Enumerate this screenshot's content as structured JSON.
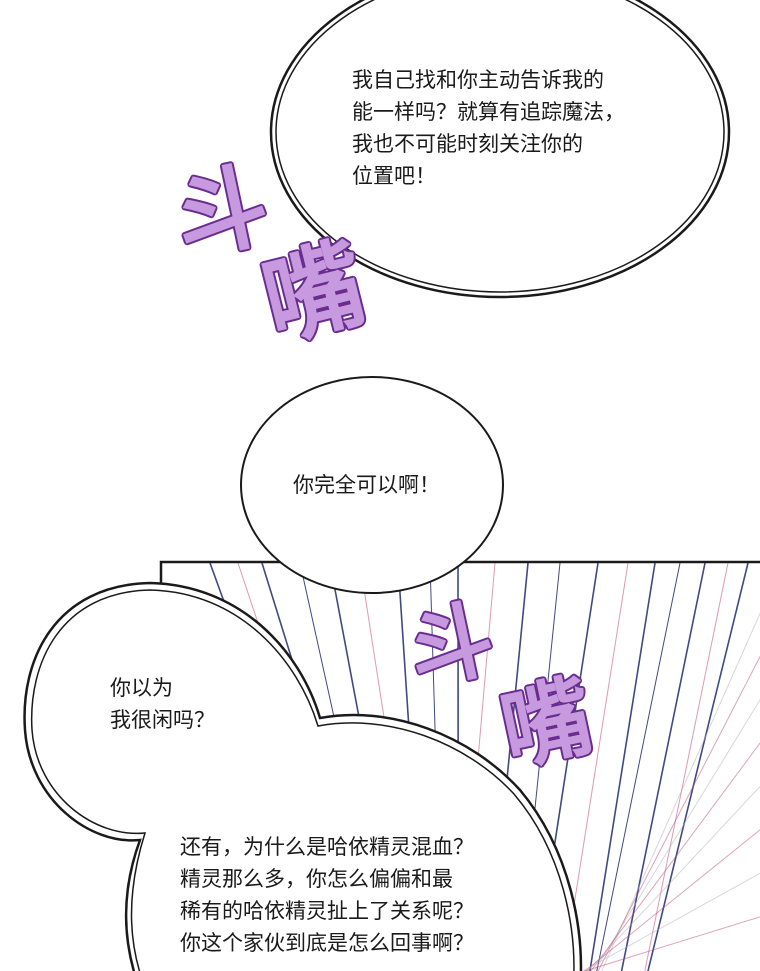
{
  "panel_top": {
    "bubble_text": "我自己找和你主动告诉我的\n能一样吗？就算有追踪魔法，\n我也不可能时刻关注你的\n位置吧！",
    "sfx_1": "斗",
    "sfx_2": "嘴"
  },
  "panel_middle": {
    "bubble_text": "你完全可以啊！"
  },
  "panel_bottom": {
    "bubble_small_text": "你以为\n我很闲吗？",
    "bubble_large_text": "还有，为什么是哈依精灵混血？\n精灵那么多，你怎么偏偏和最\n稀有的哈依精灵扯上了关系呢？\n你这个家伙到底是怎么回事啊？",
    "sfx_1": "斗",
    "sfx_2": "嘴"
  },
  "colors": {
    "bubble_outline": "#1a1a1a",
    "sfx_fill": "#c79ae0",
    "sfx_stroke": "#6a2d8f",
    "speed_line_dark": "#1d2a6b",
    "speed_line_pink": "#c0477a"
  }
}
